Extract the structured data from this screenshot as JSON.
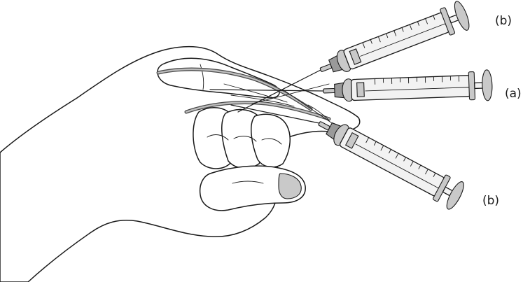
{
  "labels": {
    "top_syringe": "(b)",
    "middle_syringe": "(a)",
    "bottom_syringe": "(b)"
  }
}
